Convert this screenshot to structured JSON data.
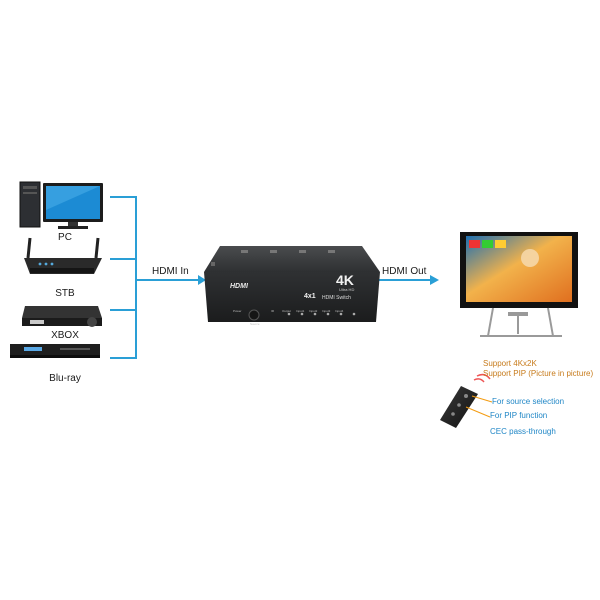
{
  "sources": [
    {
      "label": "PC",
      "icon": "pc-icon"
    },
    {
      "label": "STB",
      "icon": "router-icon"
    },
    {
      "label": "XBOX",
      "icon": "xbox-icon"
    },
    {
      "label": "Blu-ray",
      "icon": "bluray-player-icon"
    }
  ],
  "connections": {
    "input_label": "HDMI  In",
    "output_label": "HDMI Out"
  },
  "device": {
    "brand": "HDMI",
    "resolution": "4K",
    "resolution_sub": "Ultra HD",
    "model": "4x1",
    "type": "HDMI Switch",
    "button_labels": [
      "Power",
      "Source",
      "IR",
      "Output",
      "Input1",
      "Input2",
      "Input3",
      "Input4"
    ]
  },
  "features": [
    "Support 4Kx2K",
    "Support PIP (Picture in picture)"
  ],
  "remote_functions": [
    "For source selection",
    "For PIP function",
    "CEC pass-through"
  ],
  "colors": {
    "line": "#2a9fd6",
    "feature_text": "#c77b1c",
    "function_text": "#1f86c6",
    "device_body": "#2b2d2f"
  }
}
